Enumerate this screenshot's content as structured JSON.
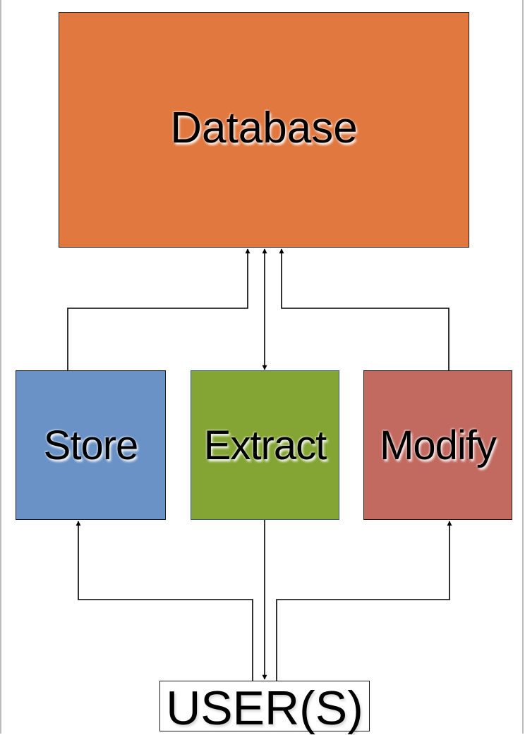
{
  "nodes": {
    "database": {
      "label": "Database",
      "color": "#e07840"
    },
    "store": {
      "label": "Store",
      "color": "#6a92c6"
    },
    "extract": {
      "label": "Extract",
      "color": "#84a533"
    },
    "modify": {
      "label": "Modify",
      "color": "#c26a60"
    },
    "users": {
      "label": "USER(S)",
      "color": "#ffffff"
    }
  },
  "edges": [
    {
      "from": "store",
      "to": "database"
    },
    {
      "from": "database",
      "to": "extract",
      "bidirectional": true
    },
    {
      "from": "modify",
      "to": "database"
    },
    {
      "from": "users",
      "to": "store"
    },
    {
      "from": "extract",
      "to": "users"
    },
    {
      "from": "users",
      "to": "modify"
    }
  ]
}
